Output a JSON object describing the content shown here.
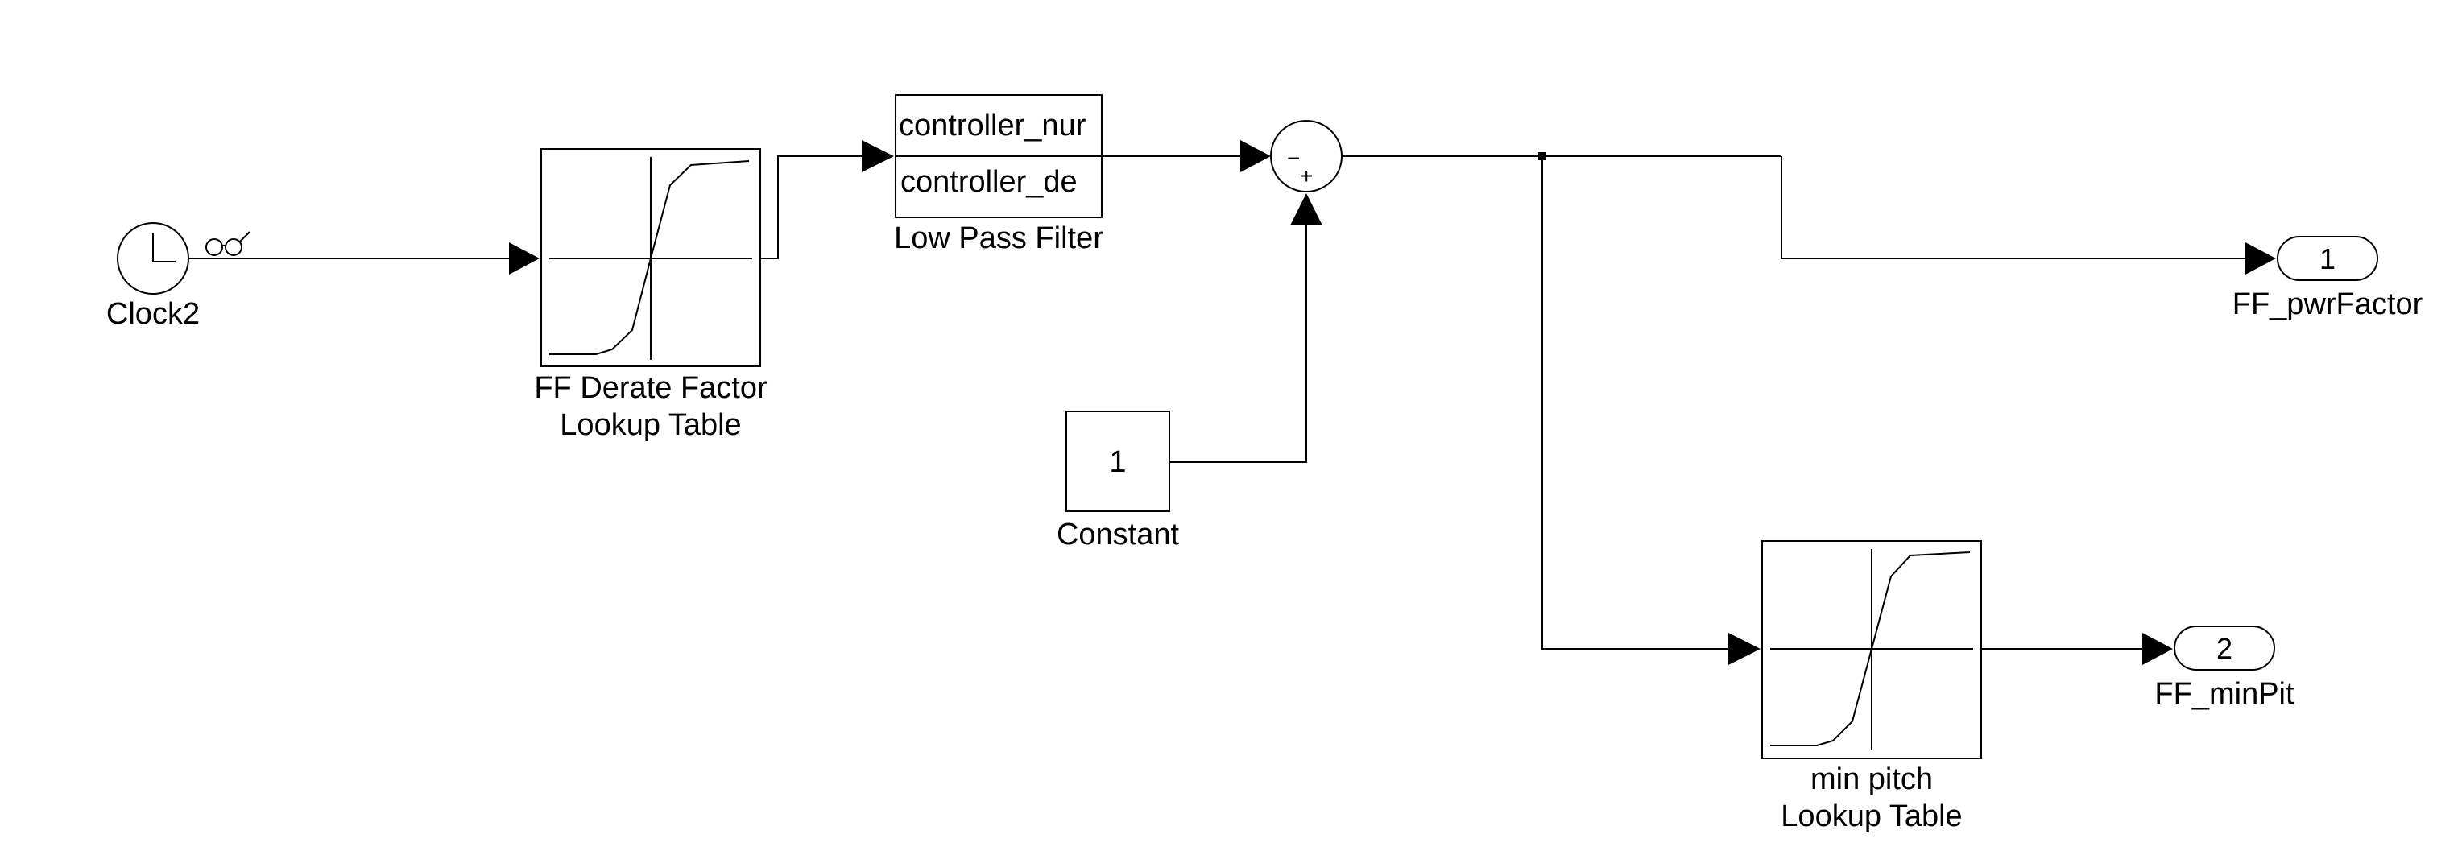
{
  "blocks": {
    "clock": {
      "label": "Clock2"
    },
    "ff_derate": {
      "label_line1": "FF Derate Factor",
      "label_line2": "Lookup Table"
    },
    "low_pass": {
      "numerator": "controller_nur",
      "denominator": "controller_de",
      "label": "Low Pass Filter"
    },
    "sum": {
      "minus_sign": "−",
      "plus_sign": "+"
    },
    "constant": {
      "value": "1",
      "label": "Constant"
    },
    "outport1": {
      "number": "1",
      "label": "FF_pwrFactor"
    },
    "min_pitch": {
      "label_line1": "min pitch",
      "label_line2": "Lookup Table"
    },
    "outport2": {
      "number": "2",
      "label": "FF_minPit"
    }
  },
  "icons": [
    "clock-icon",
    "viewer-glasses-icon",
    "lookup-curve-icon"
  ],
  "colors": {
    "line": "#000000",
    "background": "#ffffff"
  }
}
